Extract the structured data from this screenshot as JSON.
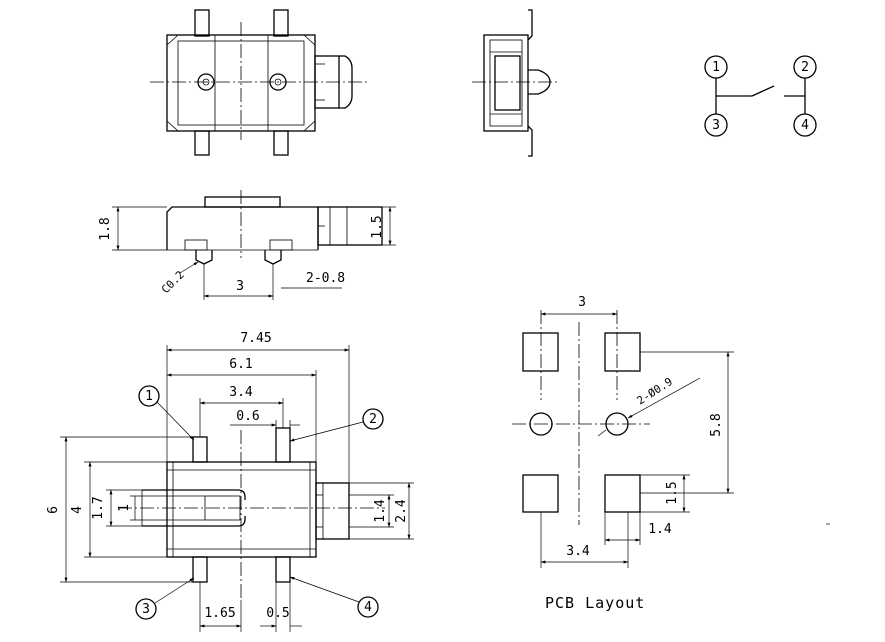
{
  "pcb_caption": "PCB Layout",
  "pins": [
    "1",
    "2",
    "3",
    "4"
  ],
  "side_view": {
    "height_body": "1.8",
    "height_actuator": "1.5",
    "chamfer": "C0.2",
    "pin_pitch": "3",
    "pin_width": "2-0.8"
  },
  "top_view": {
    "length_overall": "7.45",
    "length_body": "6.1",
    "terminal_span": "3.4",
    "terminal_width": "0.6",
    "height_overall": "6",
    "height_body": "4",
    "slot_outer": "1.7",
    "slot_inner": "1",
    "actuator_width": "1.4",
    "actuator_base": "2.4",
    "offset": "1.65",
    "terminal_width_bottom": "0.5"
  },
  "pcb_layout": {
    "pad_pitch": "3",
    "holes": "2-Ø0.9",
    "vertical_span": "5.8",
    "pad_height": "1.5",
    "pad_width": "1.4",
    "horizontal_span": "3.4"
  }
}
